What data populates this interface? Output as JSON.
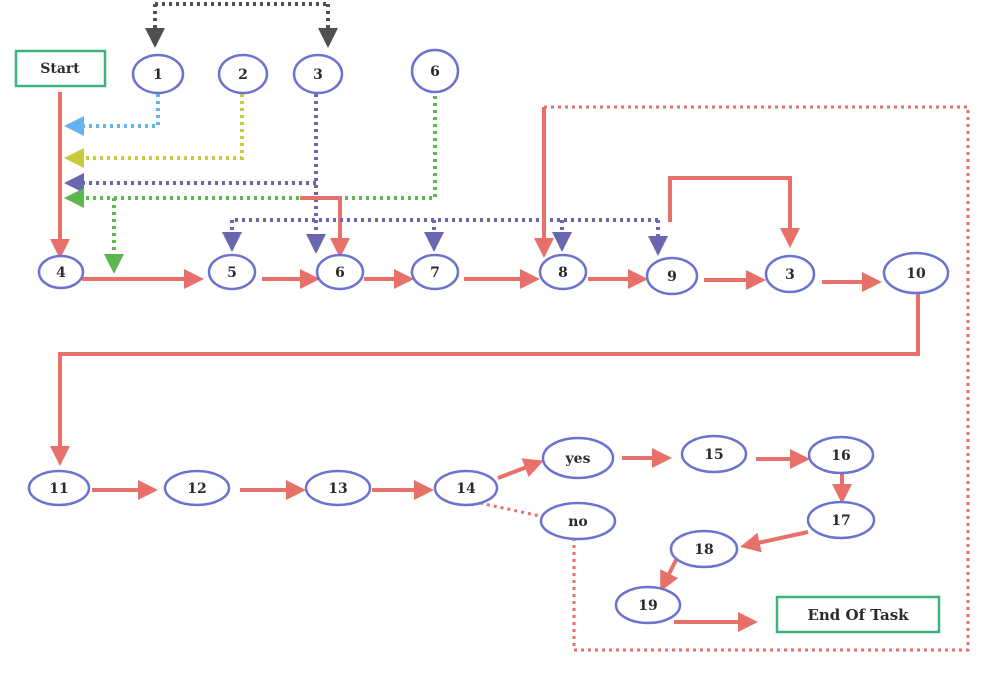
{
  "colors": {
    "solid": "#e8706a",
    "dotted_red": "#e8706a",
    "dark": "#505050",
    "blue": "#66b3ee",
    "yellow": "#c6cc3a",
    "purple": "#6a66b0",
    "green": "#5cb84e",
    "node_stroke": "#6b73cf",
    "box_stroke": "#3cb37a"
  },
  "nodes": [
    {
      "id": "start",
      "label": "Start",
      "shape": "rect"
    },
    {
      "id": "t1",
      "label": "1",
      "shape": "circle"
    },
    {
      "id": "t2",
      "label": "2",
      "shape": "circle"
    },
    {
      "id": "t3",
      "label": "3",
      "shape": "circle"
    },
    {
      "id": "t6",
      "label": "6",
      "shape": "circle"
    },
    {
      "id": "r4",
      "label": "4",
      "shape": "circle"
    },
    {
      "id": "r5",
      "label": "5",
      "shape": "circle"
    },
    {
      "id": "r6",
      "label": "6",
      "shape": "circle"
    },
    {
      "id": "r7",
      "label": "7",
      "shape": "circle"
    },
    {
      "id": "r8",
      "label": "8",
      "shape": "circle"
    },
    {
      "id": "r9",
      "label": "9",
      "shape": "circle"
    },
    {
      "id": "r3",
      "label": "3",
      "shape": "circle"
    },
    {
      "id": "r10",
      "label": "10",
      "shape": "circle"
    },
    {
      "id": "n11",
      "label": "11",
      "shape": "circle"
    },
    {
      "id": "n12",
      "label": "12",
      "shape": "circle"
    },
    {
      "id": "n13",
      "label": "13",
      "shape": "circle"
    },
    {
      "id": "n14",
      "label": "14",
      "shape": "circle"
    },
    {
      "id": "yes",
      "label": "yes",
      "shape": "circle"
    },
    {
      "id": "no",
      "label": "no",
      "shape": "circle"
    },
    {
      "id": "n15",
      "label": "15",
      "shape": "circle"
    },
    {
      "id": "n16",
      "label": "16",
      "shape": "circle"
    },
    {
      "id": "n17",
      "label": "17",
      "shape": "circle"
    },
    {
      "id": "n18",
      "label": "18",
      "shape": "circle"
    },
    {
      "id": "n19",
      "label": "19",
      "shape": "circle"
    },
    {
      "id": "end",
      "label": "End Of Task",
      "shape": "rect"
    }
  ],
  "edges": [
    {
      "from": "start",
      "to": "r4",
      "style": "solid",
      "color": "solid"
    },
    {
      "from": "t1",
      "to": "start-line",
      "style": "dotted",
      "color": "blue"
    },
    {
      "from": "t2",
      "to": "start-line",
      "style": "dotted",
      "color": "yellow"
    },
    {
      "from": "t3",
      "to": "start-line",
      "style": "dotted",
      "color": "purple"
    },
    {
      "from": "t3",
      "to": "r6",
      "style": "dotted",
      "color": "purple"
    },
    {
      "from": "t6",
      "to": "start-line",
      "style": "dotted",
      "color": "green"
    },
    {
      "from": "t6",
      "to": "r4-r5",
      "style": "dotted",
      "color": "green"
    },
    {
      "from": "t3",
      "to": "r6",
      "style": "solid",
      "color": "solid"
    },
    {
      "from": "r9",
      "to": "r5",
      "style": "dotted",
      "color": "purple"
    },
    {
      "from": "r9",
      "to": "r7",
      "style": "dotted",
      "color": "purple"
    },
    {
      "from": "r9",
      "to": "r8",
      "style": "dotted",
      "color": "purple"
    },
    {
      "from": "r9",
      "to": "r9",
      "style": "dotted",
      "color": "purple"
    },
    {
      "from": "top",
      "to": "t1",
      "style": "dotted",
      "color": "dark"
    },
    {
      "from": "top",
      "to": "t3",
      "style": "dotted",
      "color": "dark"
    },
    {
      "from": "r4",
      "to": "r5",
      "style": "solid",
      "color": "solid"
    },
    {
      "from": "r5",
      "to": "r6",
      "style": "solid",
      "color": "solid"
    },
    {
      "from": "r6",
      "to": "r7",
      "style": "solid",
      "color": "solid"
    },
    {
      "from": "r7",
      "to": "r8",
      "style": "solid",
      "color": "solid"
    },
    {
      "from": "r8",
      "to": "r9",
      "style": "solid",
      "color": "solid"
    },
    {
      "from": "r9",
      "to": "r3",
      "style": "solid",
      "color": "solid"
    },
    {
      "from": "r9",
      "to": "r3",
      "style": "solid-loop",
      "color": "solid"
    },
    {
      "from": "r3",
      "to": "r10",
      "style": "solid",
      "color": "solid"
    },
    {
      "from": "r10",
      "to": "n11",
      "style": "solid",
      "color": "solid"
    },
    {
      "from": "n11",
      "to": "n12",
      "style": "solid",
      "color": "solid"
    },
    {
      "from": "n12",
      "to": "n13",
      "style": "solid",
      "color": "solid"
    },
    {
      "from": "n13",
      "to": "n14",
      "style": "solid",
      "color": "solid"
    },
    {
      "from": "n14",
      "to": "yes",
      "style": "solid",
      "color": "solid"
    },
    {
      "from": "n14",
      "to": "no",
      "style": "dotted",
      "color": "dotted_red"
    },
    {
      "from": "yes",
      "to": "n15",
      "style": "solid",
      "color": "solid"
    },
    {
      "from": "n15",
      "to": "n16",
      "style": "solid",
      "color": "solid"
    },
    {
      "from": "n16",
      "to": "n17",
      "style": "solid",
      "color": "solid"
    },
    {
      "from": "n17",
      "to": "n18",
      "style": "solid",
      "color": "solid"
    },
    {
      "from": "n18",
      "to": "n19",
      "style": "solid",
      "color": "solid"
    },
    {
      "from": "n19",
      "to": "end",
      "style": "solid",
      "color": "solid"
    },
    {
      "from": "no",
      "to": "r8",
      "style": "dotted",
      "color": "dotted_red"
    },
    {
      "from": "r8-loop",
      "to": "r8",
      "style": "solid",
      "color": "solid"
    }
  ]
}
